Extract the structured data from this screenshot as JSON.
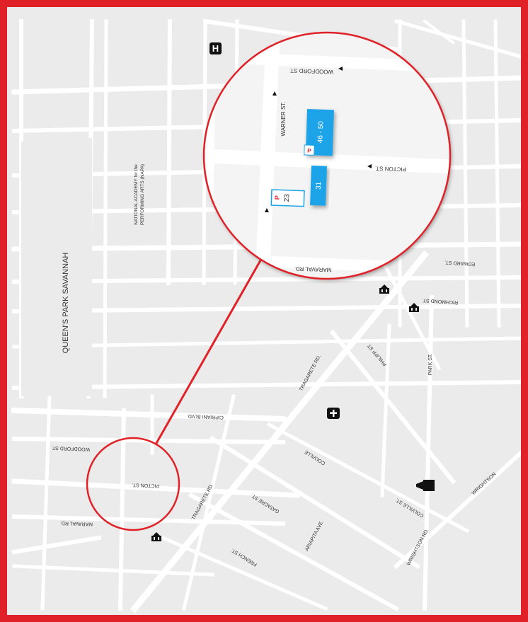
{
  "colors": {
    "border": "#e02228",
    "block": "#ebebeb",
    "road": "#ffffff",
    "parking": "#1aa3e8",
    "label": "#333333",
    "connector": "#e02228"
  },
  "icons": {
    "hospital": "hospital-icon",
    "church": "church-icon",
    "police": "police-icon",
    "bank": "bank-icon",
    "parking": "parking-icon",
    "arrow": "direction-arrow-icon"
  },
  "map": {
    "park_label": "QUEEN'S PARK SAVANNAH",
    "napa_label_line1": "NATIONAL ACADEMY for the",
    "napa_label_line2": "PERFORMING ARTS (NAPA)",
    "hospital_symbol": "H",
    "streets": {
      "woodford": "WOODFORD ST.",
      "picton": "PICTON ST.",
      "maraval": "MARAVAL RD.",
      "cipriani": "CIPRIANI BLVD.",
      "tragarete_upper": "TRAGARETE RD.",
      "tragarete_lower": "TRAGARETE RD.",
      "philipp": "PHILIPP ST.",
      "park": "PARK ST.",
      "colville": "COLVILLE",
      "colville_st": "COLVILLE ST.",
      "gatacre": "GATACRE ST.",
      "ariapita": "ARIAPITA AVE.",
      "french": "FRENCH ST.",
      "wrightson_rd": "WRIGHTSON RD.",
      "wrightson": "WRIGHTSON",
      "edward": "EDWARD ST.",
      "richmond": "RICHMOND ST."
    }
  },
  "zoom": {
    "woodford": "WOODFORD ST.",
    "warner": "WARNER ST.",
    "picton": "PICTON ST.",
    "maraval": "MARAVAL RD.",
    "lot_a": {
      "number": "46 - 50",
      "symbol": "P"
    },
    "lot_b": {
      "number": "31"
    },
    "lot_c": {
      "number": "23",
      "symbol": "P"
    }
  }
}
